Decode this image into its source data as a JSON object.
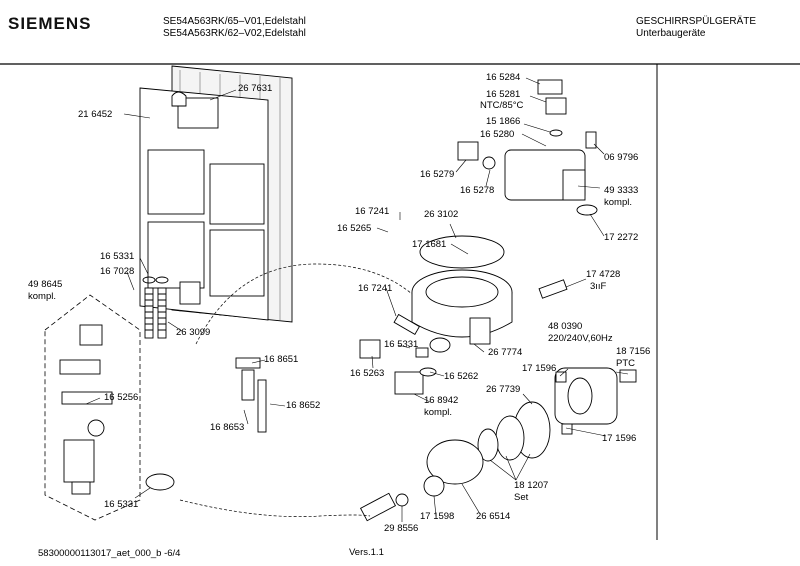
{
  "header": {
    "brand": "SIEMENS",
    "model_line1": "SE54A563RK/65–V01,Edelstahl",
    "model_line2": "SE54A563RK/62–V02,Edelstahl",
    "category_line1": "GESCHIRRSPÜLGERÄTE",
    "category_line2": "Unterbaugeräte"
  },
  "footer": {
    "doc_id": "58300000113017_aet_000_b  -6/4",
    "version": "Vers.1.1"
  },
  "parts": [
    {
      "id": "p267631",
      "text": "26 7631"
    },
    {
      "id": "p216452",
      "text": "21 6452"
    },
    {
      "id": "p165331a",
      "text": "16 5331"
    },
    {
      "id": "p167028",
      "text": "16 7028"
    },
    {
      "id": "p498645",
      "text": "49 8645"
    },
    {
      "id": "kompl1",
      "text": "kompl."
    },
    {
      "id": "p263099",
      "text": "26 3099"
    },
    {
      "id": "p165256",
      "text": "16 5256"
    },
    {
      "id": "p165331b",
      "text": "16 5331"
    },
    {
      "id": "p168651",
      "text": "16 8651"
    },
    {
      "id": "p168652",
      "text": "16 8652"
    },
    {
      "id": "p168653",
      "text": "16 8653"
    },
    {
      "id": "p165284",
      "text": "16 5284"
    },
    {
      "id": "p165281",
      "text": "16 5281"
    },
    {
      "id": "ntc",
      "text": "NTC/85°C"
    },
    {
      "id": "p151866",
      "text": "15 1866"
    },
    {
      "id": "p165280",
      "text": "16 5280"
    },
    {
      "id": "p069796",
      "text": "06 9796"
    },
    {
      "id": "p165279",
      "text": "16 5279"
    },
    {
      "id": "p165278",
      "text": "16 5278"
    },
    {
      "id": "p493333",
      "text": "49 3333"
    },
    {
      "id": "kompl2",
      "text": "kompl."
    },
    {
      "id": "p172272",
      "text": "17 2272"
    },
    {
      "id": "p167241a",
      "text": "16 7241"
    },
    {
      "id": "p263102",
      "text": "26 3102"
    },
    {
      "id": "p165265",
      "text": "16 5265"
    },
    {
      "id": "p171681",
      "text": "17 1681"
    },
    {
      "id": "p174728",
      "text": "17 4728"
    },
    {
      "id": "cap",
      "text": "3ııF"
    },
    {
      "id": "p167241b",
      "text": "16 7241"
    },
    {
      "id": "p165331c",
      "text": "16 5331"
    },
    {
      "id": "p165263",
      "text": "16 5263"
    },
    {
      "id": "p165262",
      "text": "16 5262"
    },
    {
      "id": "p267774",
      "text": "26 7774"
    },
    {
      "id": "p168942",
      "text": "16 8942"
    },
    {
      "id": "kompl3",
      "text": "kompl."
    },
    {
      "id": "p480390",
      "text": "48 0390"
    },
    {
      "id": "volt",
      "text": "220/240V,60Hz"
    },
    {
      "id": "p187156",
      "text": "18 7156"
    },
    {
      "id": "ptc",
      "text": "PTC"
    },
    {
      "id": "p171596a",
      "text": "17 1596"
    },
    {
      "id": "p267739",
      "text": "26 7739"
    },
    {
      "id": "p171596b",
      "text": "17 1596"
    },
    {
      "id": "p181207",
      "text": "18 1207"
    },
    {
      "id": "set",
      "text": "Set"
    },
    {
      "id": "p298556",
      "text": "29 8556"
    },
    {
      "id": "p171598",
      "text": "17 1598"
    },
    {
      "id": "p266514",
      "text": "26 6514"
    }
  ]
}
